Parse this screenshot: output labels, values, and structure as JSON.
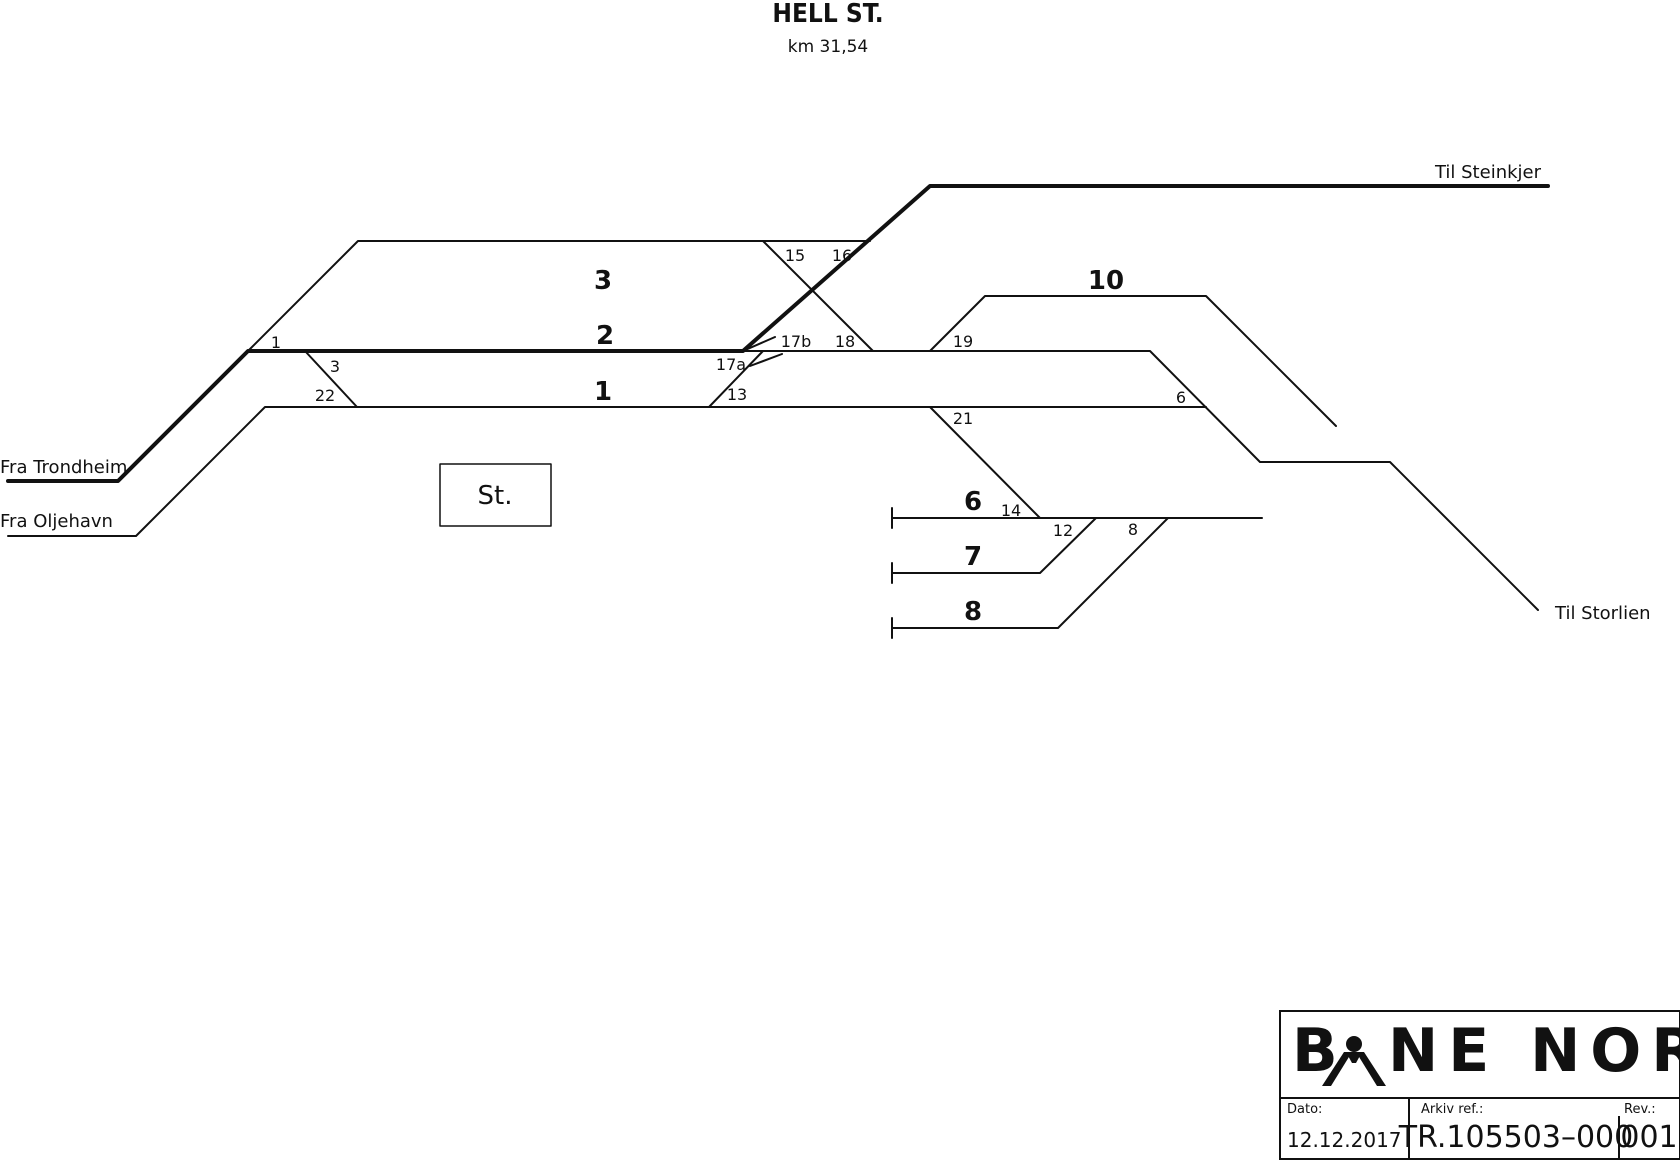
{
  "title": "HELL ST.",
  "km": "km 31,54",
  "places": {
    "from_trondheim": "Fra Trondheim",
    "from_oljehavn": "Fra Oljehavn",
    "to_steinkjer": "Til Steinkjer",
    "to_storlien": "Til Storlien"
  },
  "station_box": "St.",
  "tracks": {
    "t1": "1",
    "t2": "2",
    "t3": "3",
    "t6": "6",
    "t7": "7",
    "t8": "8",
    "t10": "10"
  },
  "switches": {
    "s1": "1",
    "s3": "3",
    "s22": "22",
    "s15": "15",
    "s16": "16",
    "s17a": "17a",
    "s17b": "17b",
    "s18": "18",
    "s13": "13",
    "s19": "19",
    "s21": "21",
    "s6": "6",
    "s14": "14",
    "s12": "12",
    "s8": "8"
  },
  "title_block": {
    "logo_b": "B",
    "logo_rest": "NE NOR",
    "date_label": "Dato:",
    "date_value": "12.12.2017",
    "ref_label": "Arkiv ref.:",
    "ref_value": "TR.105503–000",
    "rev_label": "Rev.:",
    "rev_value": "001"
  },
  "colors": {
    "ink": "#111111",
    "background": "#ffffff"
  }
}
